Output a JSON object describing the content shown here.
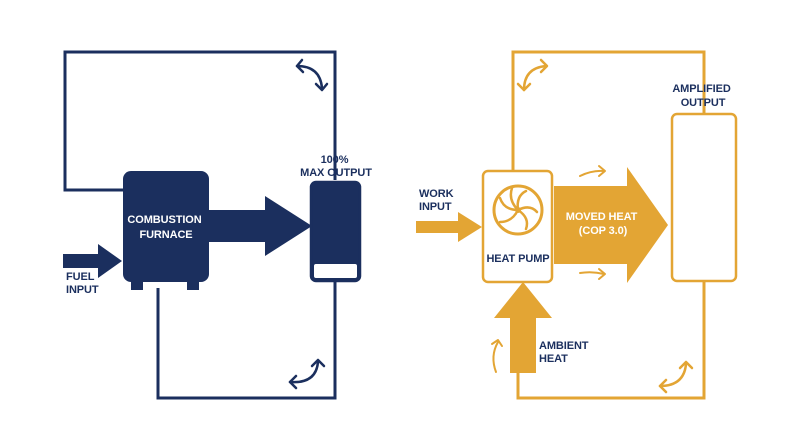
{
  "colors": {
    "navy": "#1b2f5e",
    "gold": "#e3a534",
    "background": "#ffffff"
  },
  "left": {
    "furnace": {
      "line1": "COMBUSTION",
      "line2": "FURNACE"
    },
    "fuel": {
      "line1": "FUEL",
      "line2": "INPUT"
    },
    "output": {
      "line1": "100%",
      "line2": "MAX OUTPUT"
    }
  },
  "right": {
    "work": {
      "line1": "WORK",
      "line2": "INPUT"
    },
    "pump": {
      "label": "HEAT PUMP",
      "icon": "fan-icon"
    },
    "moved": {
      "line1": "MOVED HEAT",
      "line2": "(COP 3.0)"
    },
    "ambient": {
      "line1": "AMBIENT",
      "line2": "HEAT"
    },
    "output": {
      "line1": "AMPLIFIED",
      "line2": "OUTPUT"
    }
  }
}
